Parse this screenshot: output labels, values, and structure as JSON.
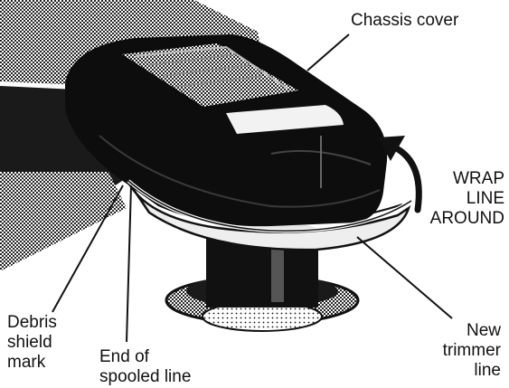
{
  "labels": {
    "chassis_cover": "Chassis cover",
    "wrap_line_around": [
      "WRAP",
      "LINE",
      "AROUND"
    ],
    "debris_shield_mark": [
      "Debris",
      "shield",
      "mark"
    ],
    "end_of_spooled_line": [
      "End of",
      "spooled line"
    ],
    "new_trimmer_line": [
      "New",
      "trimmer",
      "line"
    ]
  },
  "colors": {
    "ink": "#111111",
    "paper": "#ffffff"
  }
}
